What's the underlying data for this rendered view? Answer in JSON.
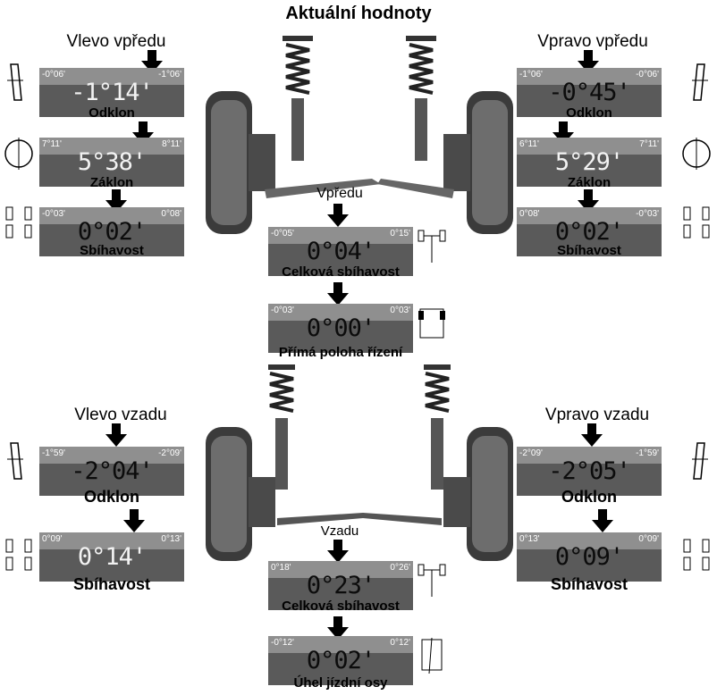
{
  "title": "Aktuální hodnoty",
  "front_left": {
    "heading": "Vlevo vpředu",
    "camber": {
      "value": "-1°14'",
      "min": "-0°06'",
      "max": "-1°06'",
      "label": "Odklon"
    },
    "caster": {
      "value": "5°38'",
      "min": "7°11'",
      "max": "8°11'",
      "label": "Záklon"
    },
    "toe": {
      "value": "0°02'",
      "min": "-0°03'",
      "max": "0°08'",
      "label": "Sbíhavost"
    }
  },
  "front_right": {
    "heading": "Vpravo vpředu",
    "camber": {
      "value": "-0°45'",
      "min": "-1°06'",
      "max": "-0°06'",
      "label": "Odklon"
    },
    "caster": {
      "value": "5°29'",
      "min": "6°11'",
      "max": "7°11'",
      "label": "Záklon"
    },
    "toe": {
      "value": "0°02'",
      "min": "0°08'",
      "max": "-0°03'",
      "label": "Sbíhavost"
    }
  },
  "front_center": {
    "heading": "Vpředu",
    "total_toe": {
      "value": "0°04'",
      "min": "-0°05'",
      "max": "0°15'",
      "label": "Celková sbíhavost"
    },
    "steering": {
      "value": "0°00'",
      "min": "-0°03'",
      "max": "0°03'",
      "label": "Přímá poloha řízení"
    }
  },
  "rear_left": {
    "heading": "Vlevo vzadu",
    "camber": {
      "value": "-2°04'",
      "min": "-1°59'",
      "max": "-2°09'",
      "label": "Odklon"
    },
    "toe": {
      "value": "0°14'",
      "min": "0°09'",
      "max": "0°13'",
      "label": "Sbíhavost"
    }
  },
  "rear_right": {
    "heading": "Vpravo vzadu",
    "camber": {
      "value": "-2°05'",
      "min": "-2°09'",
      "max": "-1°59'",
      "label": "Odklon"
    },
    "toe": {
      "value": "0°09'",
      "min": "0°13'",
      "max": "0°09'",
      "label": "Sbíhavost"
    }
  },
  "rear_center": {
    "heading": "Vzadu",
    "total_toe": {
      "value": "0°23'",
      "min": "0°18'",
      "max": "0°26'",
      "label": "Celková sbíhavost"
    },
    "thrust": {
      "value": "0°02'",
      "min": "-0°12'",
      "max": "0°12'",
      "label": "Úhel jízdní osy"
    }
  }
}
